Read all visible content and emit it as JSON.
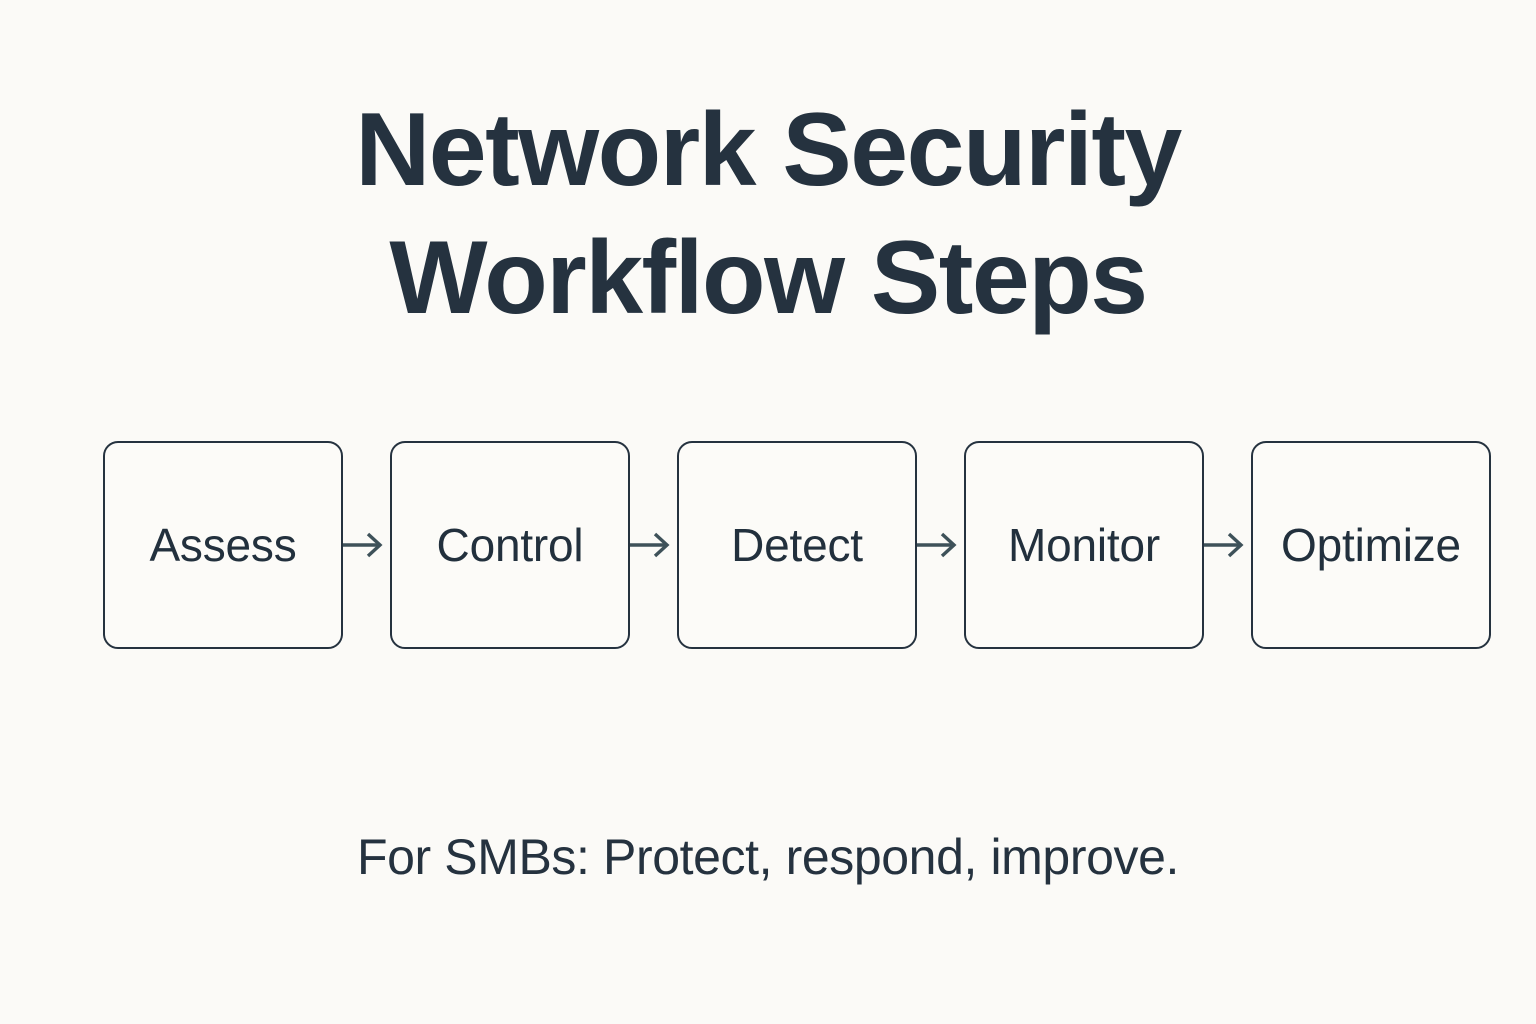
{
  "page": {
    "background_color": "#FBFAF7",
    "text_color": "#25323F",
    "accent_color": "#3E5159"
  },
  "title": {
    "line1": "Network Security",
    "line2": "Workflow Steps",
    "full": "Network Security Workflow Steps"
  },
  "flow": {
    "connector_icon": "arrow-right-icon",
    "steps": [
      {
        "label": "Assess"
      },
      {
        "label": "Control"
      },
      {
        "label": "Detect"
      },
      {
        "label": "Monitor"
      },
      {
        "label": "Optimize"
      }
    ]
  },
  "subtitle": {
    "text": "For SMBs: Protect, respond, improve."
  }
}
